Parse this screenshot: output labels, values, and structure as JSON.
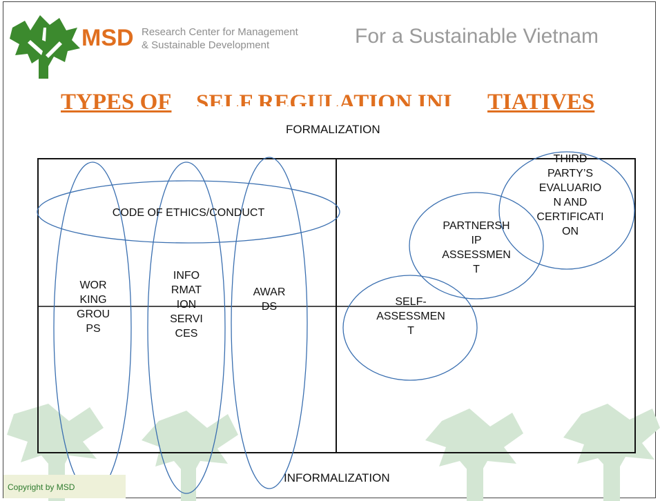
{
  "header": {
    "logo_text": "MSD",
    "org_line1": "Research Center for Management",
    "org_line2": "& Sustainable Development",
    "slogan": "For a Sustainable Vietnam"
  },
  "title": {
    "part1": "TYPES OF ",
    "part2": "SELF REGULATION INI",
    "part3": "TIATIVES"
  },
  "axes": {
    "top": "FORMALIZATION",
    "bottom": "INFORMALIZATION"
  },
  "items": {
    "code_of_ethics": "CODE OF ETHICS/CONDUCT",
    "working_groups": "WOR\nKING\nGROU\nPS",
    "information_services": "INFO\nRMAT\nION\nSERVI\nCES",
    "awards": "AWAR\nDS",
    "self_assessment": "SELF-\nASSESSMEN\nT",
    "partnership_assessment": "PARTNERSH\nIP\nASSESSMEN\nT",
    "third_party": "THIRD\nPARTY’S\nEVALUARIO\nN AND\nCERTIFICATI\nON"
  },
  "footer": {
    "copyright": "Copyright by MSD"
  },
  "colors": {
    "accent": "#e06f1f",
    "ellipse": "#3a6fb0",
    "tree": "#3c8a2e",
    "watermark": "#cfe2cf"
  }
}
